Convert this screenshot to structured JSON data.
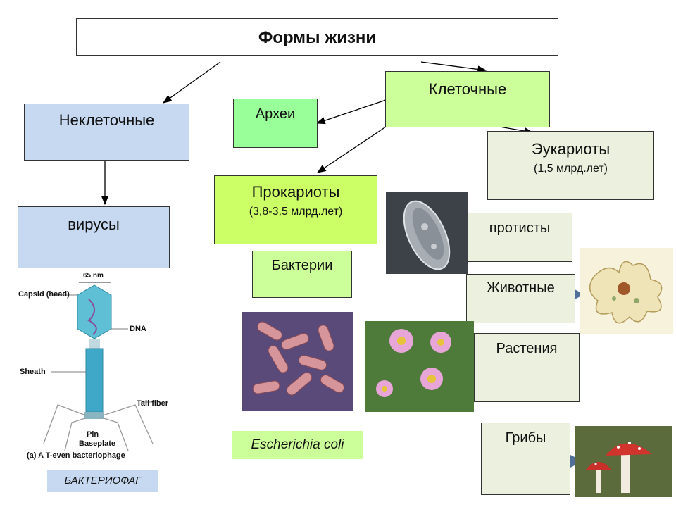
{
  "title": "Формы жизни",
  "noncellular": "Неклеточные",
  "viruses": "вирусы",
  "cellular": "Клеточные",
  "archaea": "Археи",
  "prokaryotes": {
    "label": "Прокариоты",
    "age": "(3,8-3,5 млрд.лет)"
  },
  "bacteria": "Бактерии",
  "eukaryotes": {
    "label": "Эукариоты",
    "age": "(1,5 млрд.лет)"
  },
  "protists": "протисты",
  "animals": "Животные",
  "plants": "Растения",
  "fungi": "Грибы",
  "ecoli": "Escherichia coli",
  "bacteriophage": "БАКТЕРИОФАГ",
  "phage_figure": {
    "size": "65 nm",
    "capsid": "Capsid (head)",
    "dna": "DNA",
    "sheath": "Sheath",
    "tail_fiber": "Tail fiber",
    "pin": "Pin",
    "baseplate": "Baseplate",
    "caption": "(a)  A T-even bacteriophage"
  },
  "colors": {
    "blue_box": "#c6d9f1",
    "green_box": "#ccff99",
    "bright_green": "#99ff99",
    "olive_box": "#ebf1de",
    "arrow": "#000000",
    "blue_arrow": "#4f6f99"
  }
}
